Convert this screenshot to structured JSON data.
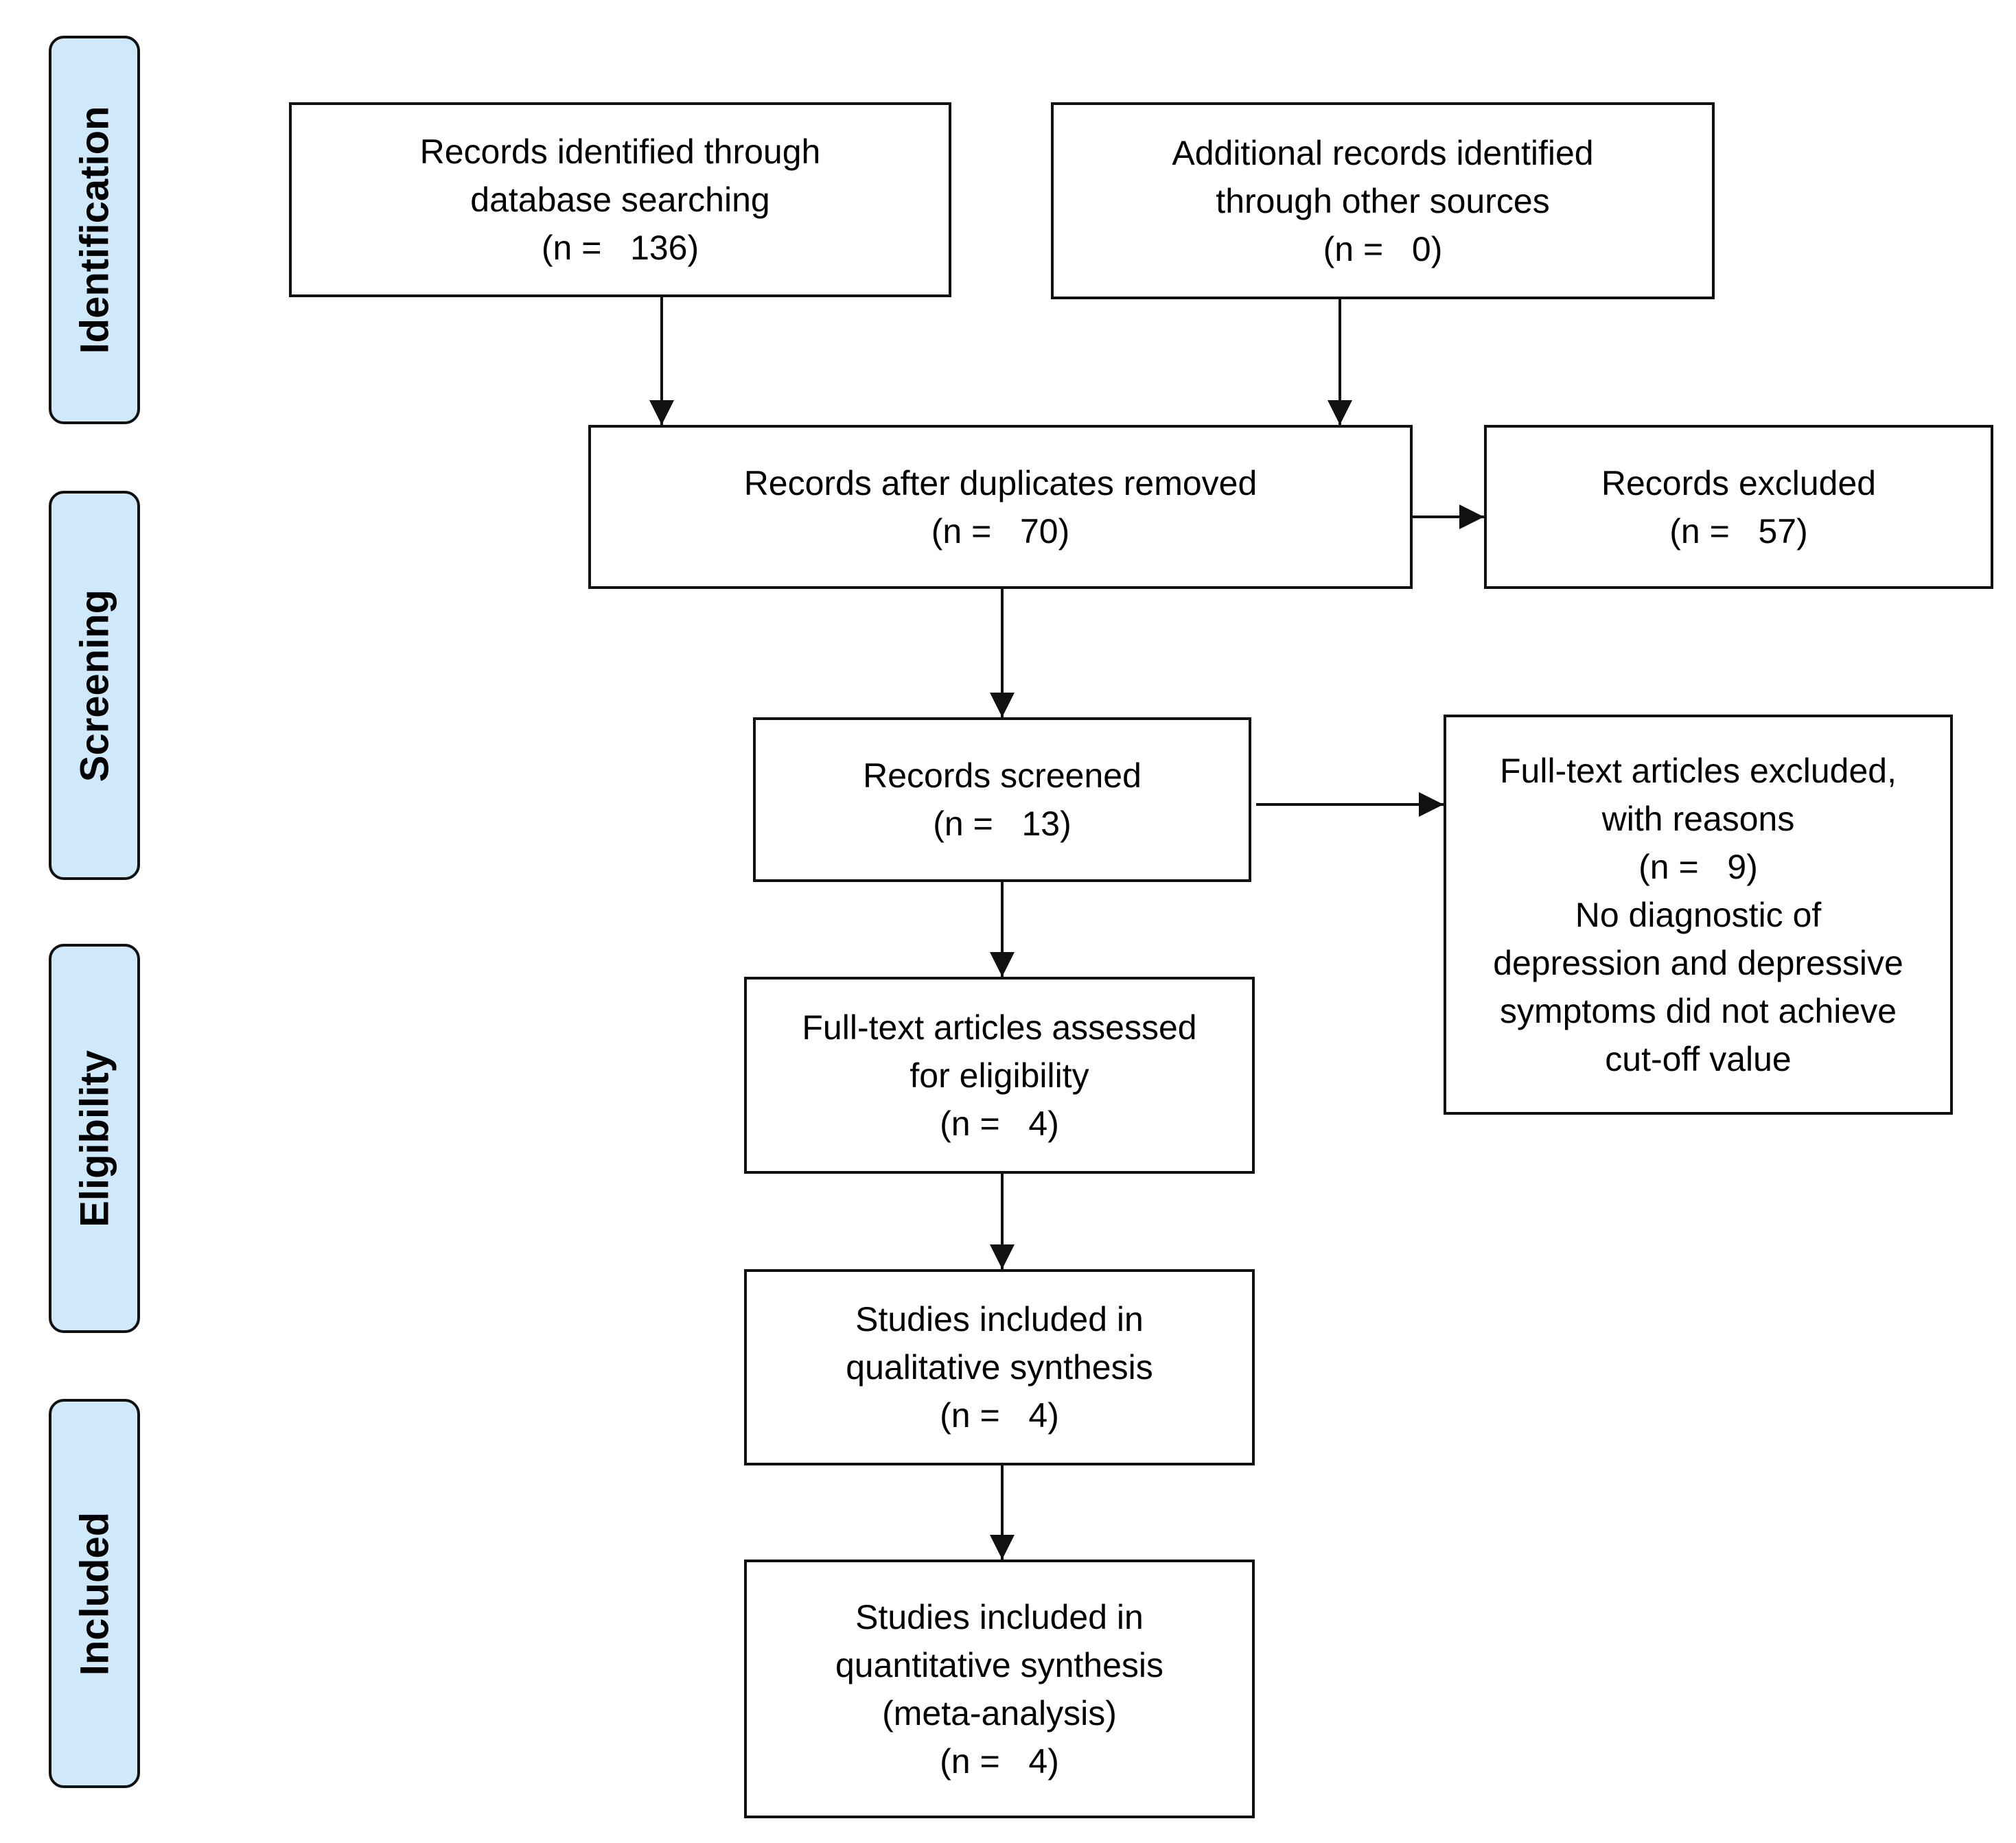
{
  "phases": {
    "identification": "Identification",
    "screening": "Screening",
    "eligibility": "Eligibility",
    "included": "Included"
  },
  "boxes": {
    "database": {
      "line1": "Records identified through",
      "line2": "database searching",
      "count": "(n =   136)"
    },
    "other_sources": {
      "line1": "Additional records identified",
      "line2": "through other sources",
      "count": "(n =   0)"
    },
    "after_duplicates": {
      "line1": "Records after duplicates removed",
      "count": "(n =   70)"
    },
    "records_excluded": {
      "line1": "Records excluded",
      "count": "(n =   57)"
    },
    "screened": {
      "line1": "Records screened",
      "count": "(n =   13)"
    },
    "fulltext_excluded": {
      "line1": "Full-text articles excluded,",
      "line2": "with reasons",
      "count": "(n =   9)",
      "reason1": "No diagnostic of",
      "reason2": "depression and depressive",
      "reason3": "symptoms did not achieve",
      "reason4": "cut-off value"
    },
    "eligibility": {
      "line1": "Full-text articles assessed",
      "line2": "for eligibility",
      "count": "(n =   4)"
    },
    "qualitative": {
      "line1": "Studies included in",
      "line2": "qualitative synthesis",
      "count": "(n =   4)"
    },
    "quantitative": {
      "line1": "Studies included in",
      "line2": "quantitative synthesis",
      "line3": "(meta-analysis)",
      "count": "(n =   4)"
    }
  }
}
